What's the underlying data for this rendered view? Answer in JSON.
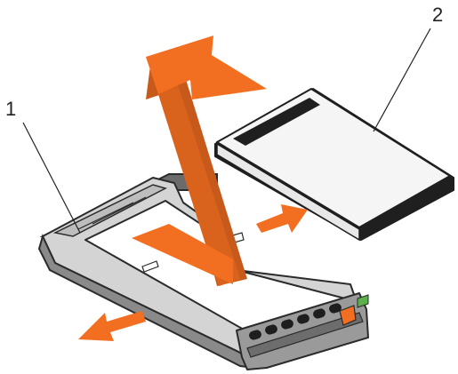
{
  "callouts": [
    {
      "id": "1",
      "label": "1"
    },
    {
      "id": "2",
      "label": "2"
    }
  ],
  "colors": {
    "arrow": "#f26f21",
    "arrow_shade": "#c75a1b",
    "carrier_outline": "#333333",
    "carrier_fill": "#d6d6d6",
    "drive_fill": "#f4f4f4",
    "drive_edge": "#1f1f1f",
    "latch_orange": "#f26f21",
    "led_green": "#5bb04a"
  },
  "components": {
    "carrier": "hard-drive-carrier",
    "drive": "hard-drive"
  }
}
